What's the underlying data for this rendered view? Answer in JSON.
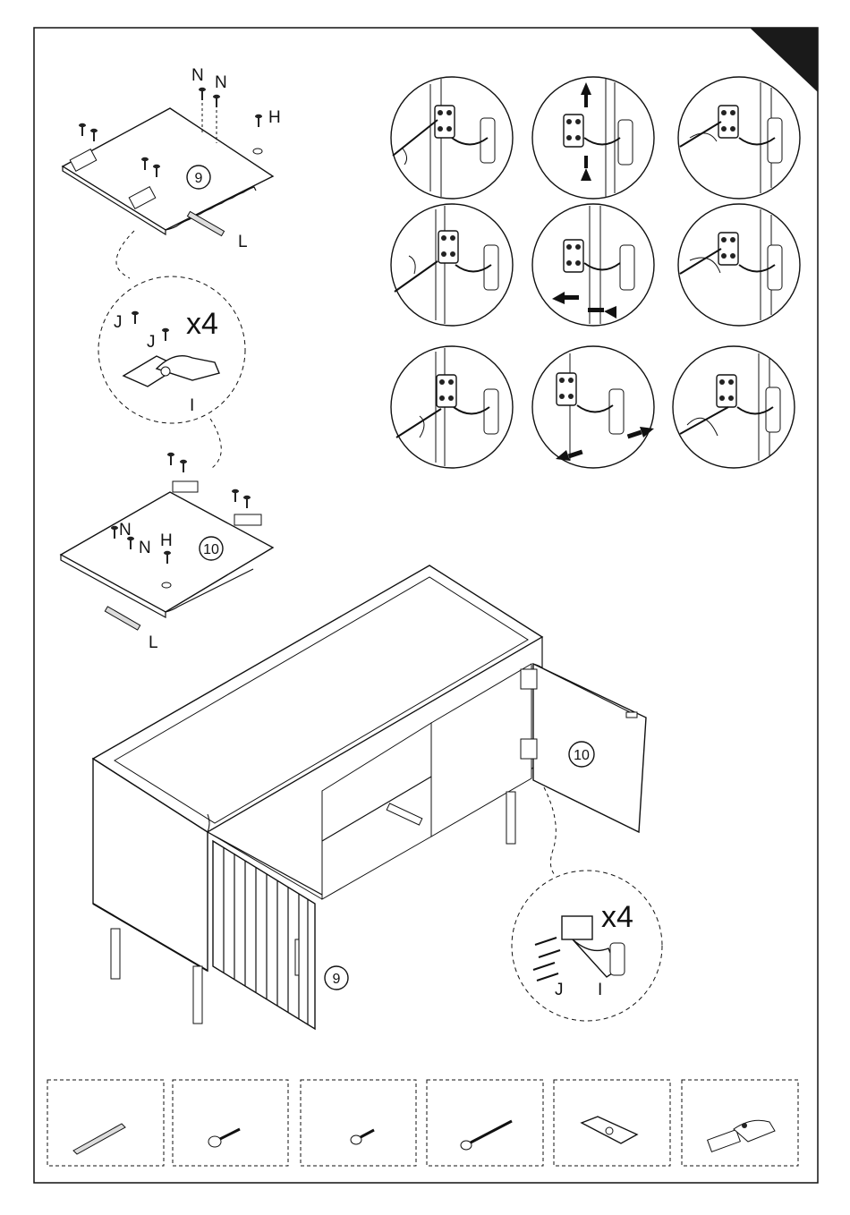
{
  "step_labels": {
    "N1": "N",
    "N2": "N",
    "H": "H",
    "L": "L",
    "J1": "J",
    "J2": "J",
    "I": "I",
    "x4": "x4",
    "door9": "9",
    "door10": "10"
  },
  "step10_labels": {
    "N1": "N",
    "N2": "N",
    "H": "H",
    "L": "L"
  },
  "cabinet_labels": {
    "door9": "9",
    "door10": "10"
  },
  "hinge_zoom_labels": {
    "J": "J",
    "I": "I",
    "x4": "x4"
  },
  "parts": [
    {
      "icon": "magnet-strip-icon"
    },
    {
      "icon": "short-screw-icon"
    },
    {
      "icon": "small-screw-icon"
    },
    {
      "icon": "long-screw-icon"
    },
    {
      "icon": "magnet-plate-icon"
    },
    {
      "icon": "hinge-icon"
    }
  ],
  "adjust_arrows": [
    {
      "row": 1,
      "direction": "vertical"
    },
    {
      "row": 2,
      "direction": "horizontal"
    },
    {
      "row": 3,
      "direction": "depth"
    }
  ],
  "colors": {
    "line": "#111111",
    "corner_tab": "#1a1a1a"
  }
}
